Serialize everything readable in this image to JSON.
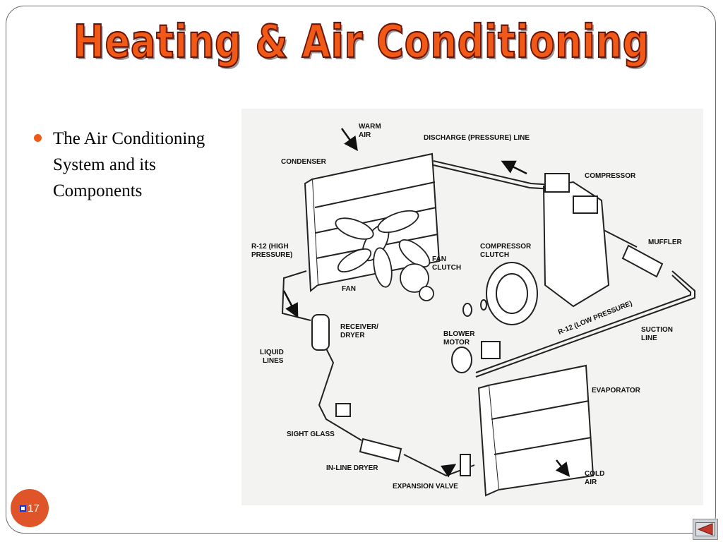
{
  "slide": {
    "title": "Heating & Air Conditioning",
    "bullets": [
      "The Air Conditioning\nSystem and its\nComponents"
    ],
    "page_number": "17"
  },
  "diagram": {
    "labels": {
      "warm_air": "WARM\nAIR",
      "discharge_line": "DISCHARGE (PRESSURE) LINE",
      "condenser": "CONDENSER",
      "compressor": "COMPRESSOR",
      "r12_high": "R-12 (HIGH\nPRESSURE)",
      "compressor_clutch": "COMPRESSOR\nCLUTCH",
      "muffler": "MUFFLER",
      "fan_clutch": "FAN\nCLUTCH",
      "fan": "FAN",
      "receiver_dryer": "RECEIVER/\nDRYER",
      "blower_motor": "BLOWER\nMOTOR",
      "r12_low": "R-12 (LOW PRESSURE)",
      "suction_line": "SUCTION\nLINE",
      "liquid_lines": "LIQUID\nLINES",
      "evaporator": "EVAPORATOR",
      "sight_glass": "SIGHT GLASS",
      "inline_dryer": "IN-LINE DRYER",
      "cold_air": "COLD\nAIR",
      "expansion_valve": "EXPANSION VALVE"
    }
  },
  "colors": {
    "accent": "#f05a16",
    "title_outline": "#6b1408",
    "badge": "#e0542a",
    "nav_arrow": "#c0392b"
  },
  "icons": {
    "nav": "previous-arrow-icon",
    "page": "checkbox-icon"
  }
}
